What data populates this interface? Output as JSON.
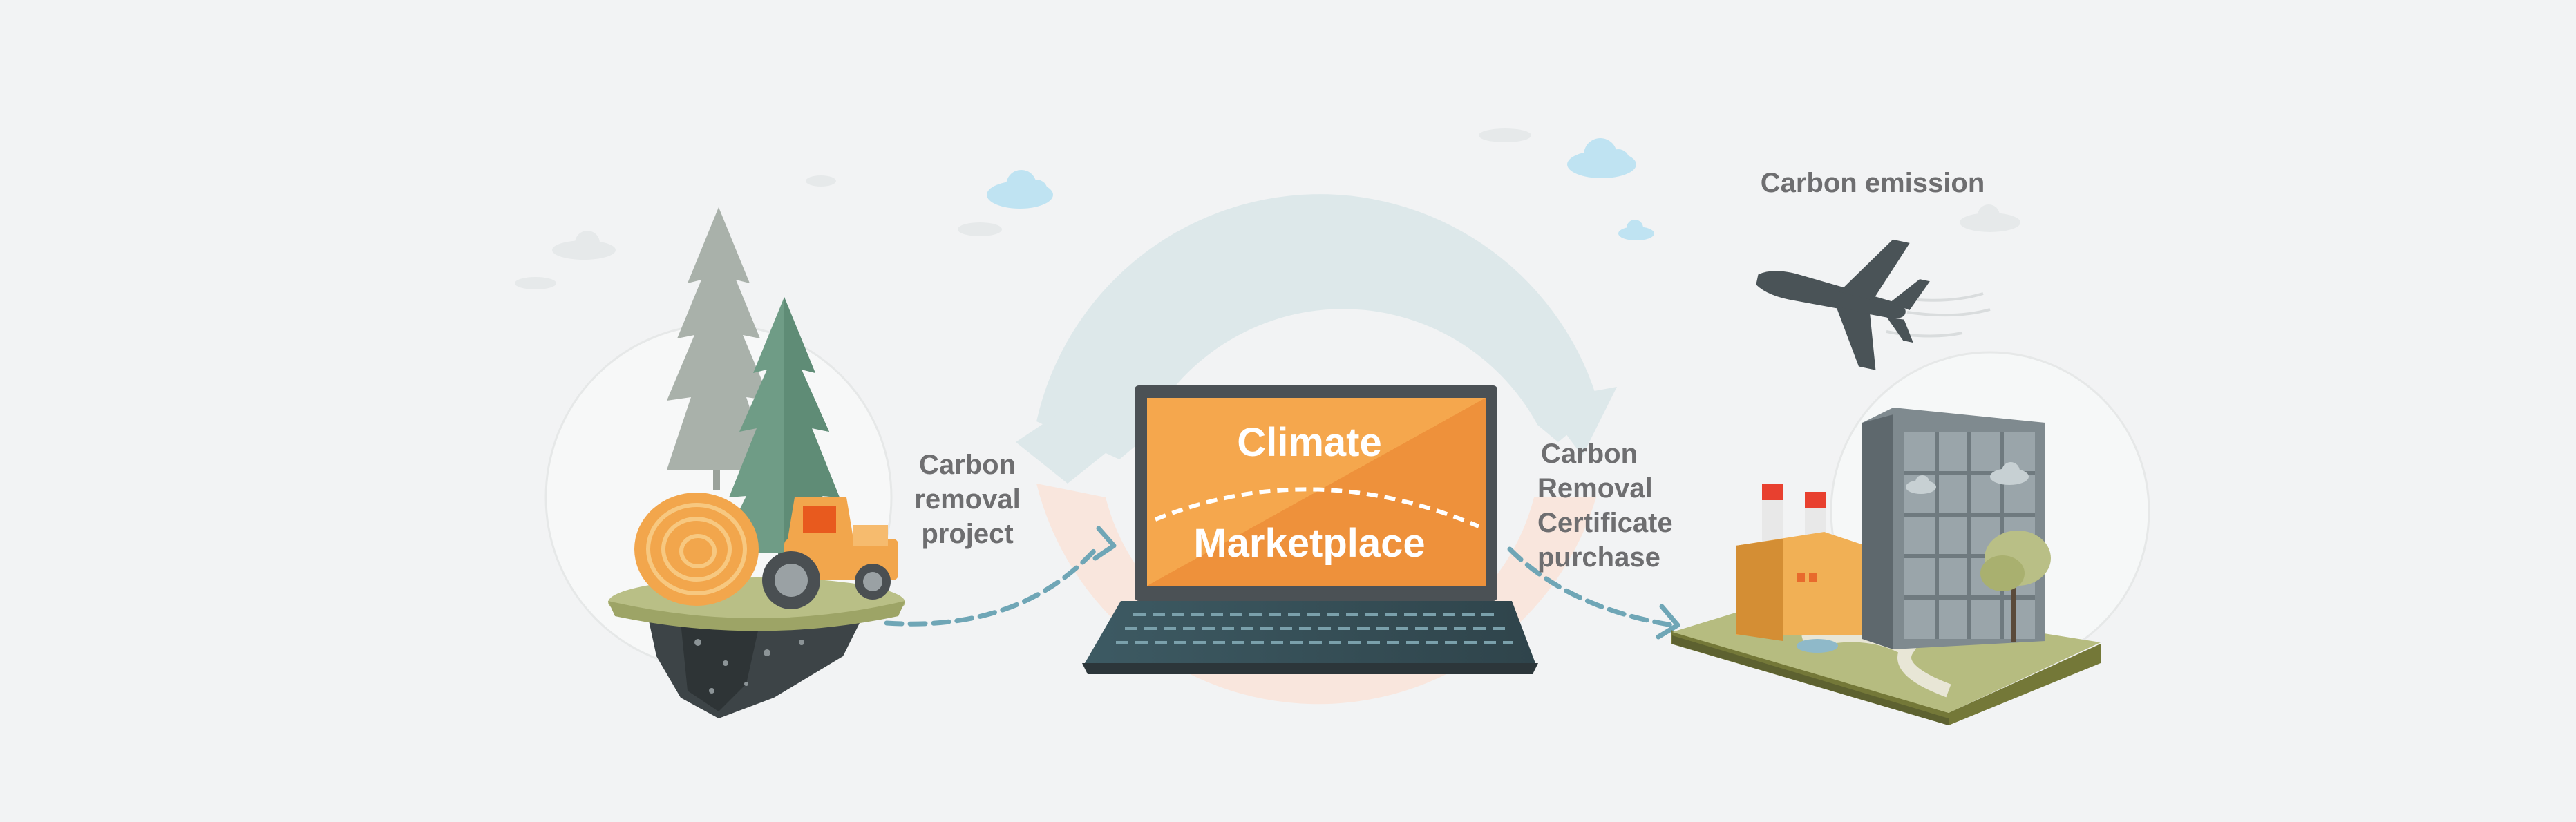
{
  "labels": {
    "left": [
      "Carbon",
      "removal",
      "project"
    ],
    "right": [
      "Carbon",
      "Removal",
      "Certificate",
      "purchase"
    ],
    "emission": "Carbon emission"
  },
  "laptop": {
    "line1": "Climate",
    "line2": "Marketplace"
  },
  "colors": {
    "background": "#f2f3f4",
    "ring_top": "#dde8ea",
    "ring_bottom": "#f9e6dd",
    "screen_orange": "#f3a148",
    "screen_orange_dark": "#ee8f3a",
    "laptop_frame": "#4b5155",
    "keyboard": "#3c4f57",
    "arrow_dash": "#6fa6b6",
    "label_text": "#6e6e70",
    "tree_green": "#6f9c86",
    "tree_grey": "#a9b1aa",
    "hay": "#f2a64c",
    "tractor": "#f2a64c",
    "building_grey": "#7f8a8f",
    "factory": "#f1b055",
    "chimney_red": "#e8402f",
    "plane": "#4a5357",
    "cloud_blue": "#bfe3f2",
    "ground_grass": "#b9bf86"
  },
  "icons": [
    "pine-tree-icon",
    "hay-bale-icon",
    "tractor-icon",
    "laptop-icon",
    "airplane-icon",
    "factory-icon",
    "office-building-icon",
    "tree-icon",
    "cloud-icon",
    "dashed-arrow-icon"
  ]
}
